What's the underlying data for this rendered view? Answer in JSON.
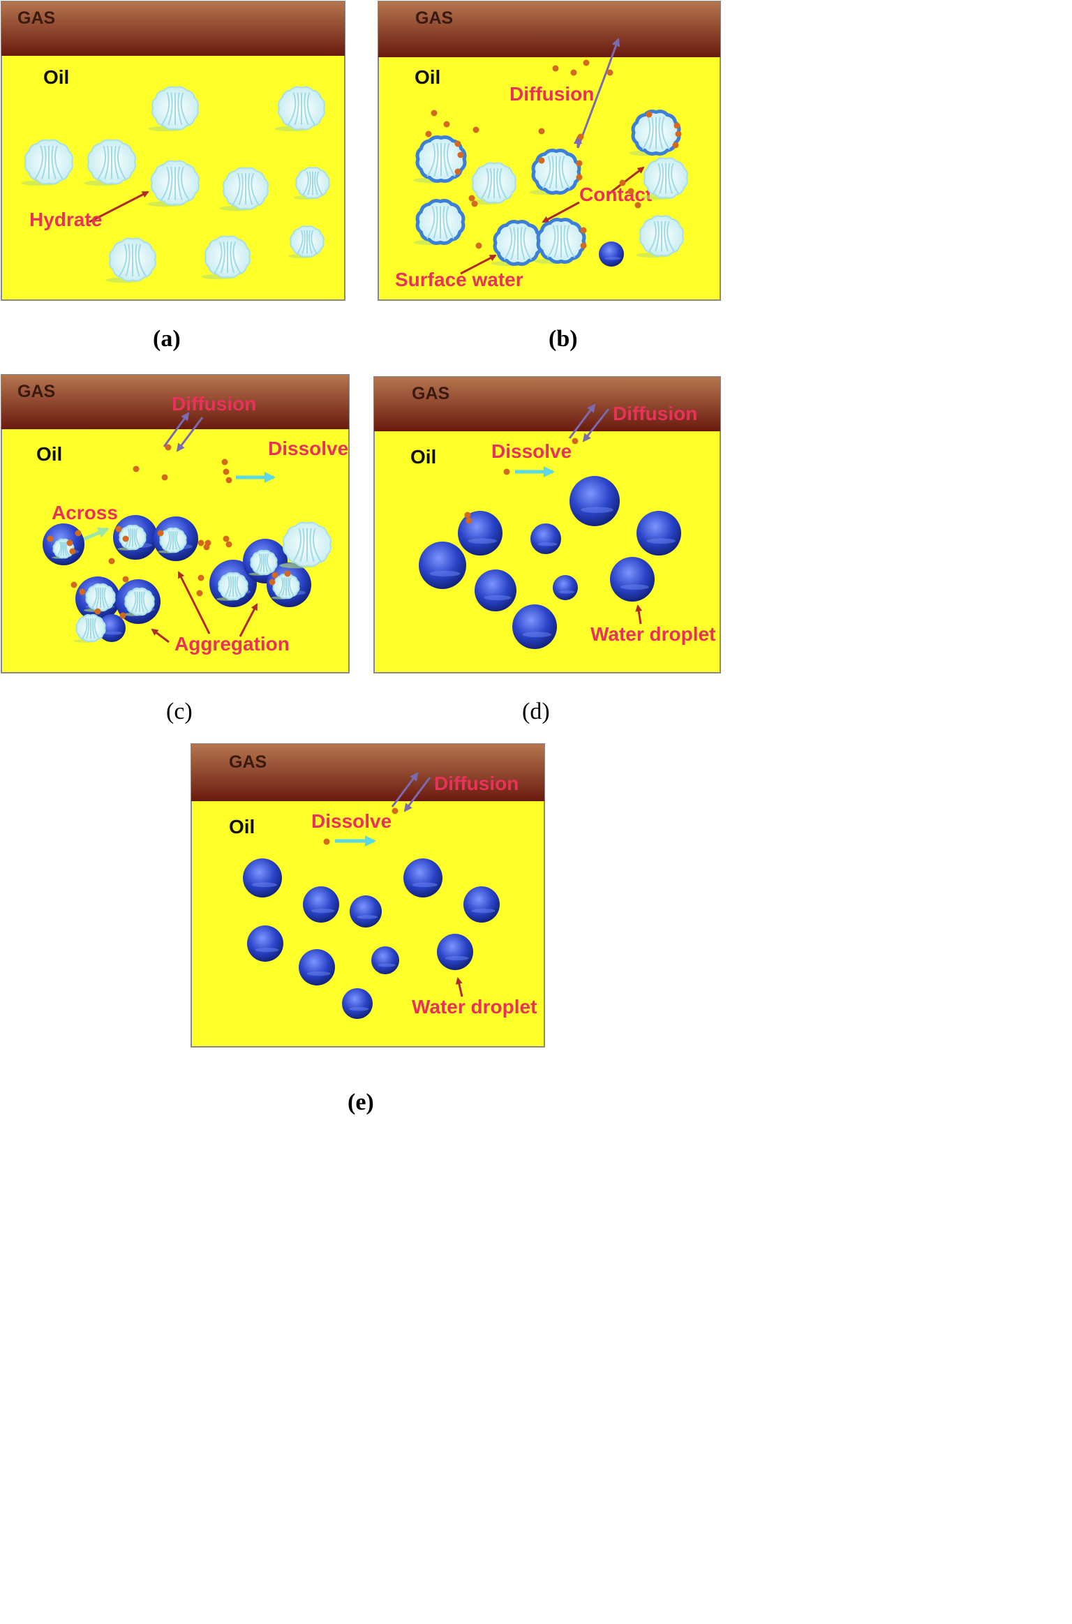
{
  "panels": [
    {
      "id": "a",
      "gas_label": "GAS",
      "oil_label": "Oil",
      "caption": "(a)",
      "annotations": [
        "Hydrate"
      ]
    },
    {
      "id": "b",
      "gas_label": "GAS",
      "oil_label": "Oil",
      "caption": "(b)",
      "annotations": [
        "Diffusion",
        "Contact",
        "Surface water"
      ]
    },
    {
      "id": "c",
      "gas_label": "GAS",
      "oil_label": "Oil",
      "caption": "(c)",
      "annotations": [
        "Diffusion",
        "Dissolve",
        "Across",
        "Aggregation"
      ]
    },
    {
      "id": "d",
      "gas_label": "GAS",
      "oil_label": "Oil",
      "caption": "(d)",
      "annotations": [
        "Dissolve",
        "Diffusion",
        "Water droplet"
      ]
    },
    {
      "id": "e",
      "gas_label": "GAS",
      "oil_label": "Oil",
      "caption": "(e)",
      "annotations": [
        "Diffusion",
        "Dissolve",
        "Water droplet"
      ]
    }
  ],
  "colors": {
    "oil": "#ffff2a",
    "gas_top": "#b5764f",
    "gas_bottom": "#6a1a0e",
    "hydrate": "#d8f4f6",
    "droplet": "#1f3ab8",
    "annotation": "#e8325a",
    "arrow_red": "#b02a2a",
    "arrow_purple": "#7a6ab2",
    "arrow_cyan": "#5ad8e6",
    "particle": "#d2691e"
  }
}
